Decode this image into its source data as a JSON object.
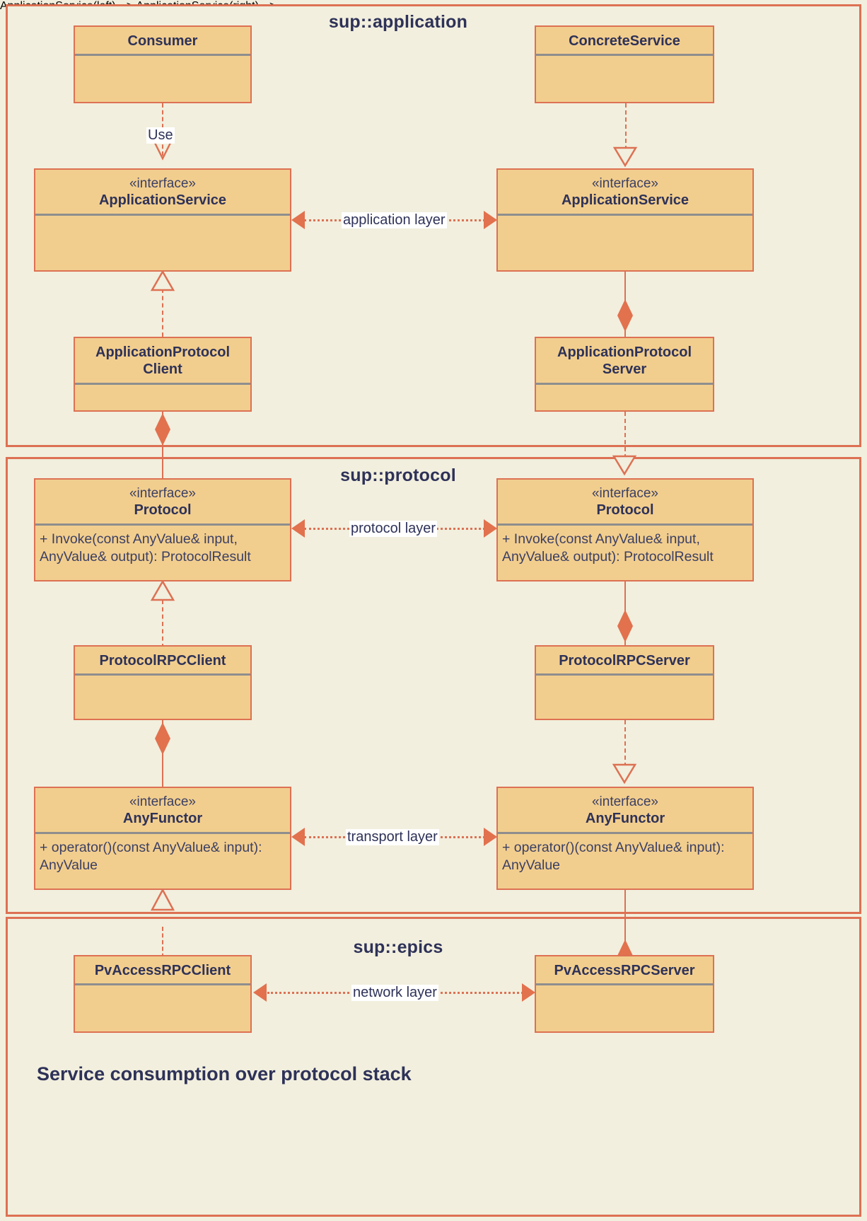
{
  "diagram": {
    "caption": "Service consumption over protocol stack",
    "packages": [
      {
        "title": "sup::application"
      },
      {
        "title": "sup::protocol"
      },
      {
        "title": "sup::epics"
      }
    ],
    "nodes": {
      "consumer": {
        "stereotype": "",
        "name": "Consumer",
        "operations": ""
      },
      "concrete_service": {
        "stereotype": "",
        "name": "ConcreteService",
        "operations": ""
      },
      "app_service_left": {
        "stereotype": "«interface»",
        "name": "ApplicationService",
        "operations": ""
      },
      "app_service_right": {
        "stereotype": "«interface»",
        "name": "ApplicationService",
        "operations": ""
      },
      "app_proto_client": {
        "stereotype": "",
        "name": "ApplicationProtocol\nClient",
        "operations": ""
      },
      "app_proto_server": {
        "stereotype": "",
        "name": "ApplicationProtocol\nServer",
        "operations": ""
      },
      "protocol_left": {
        "stereotype": "«interface»",
        "name": "Protocol",
        "operations": "+ Invoke(const AnyValue& input,\n   AnyValue& output): ProtocolResult"
      },
      "protocol_right": {
        "stereotype": "«interface»",
        "name": "Protocol",
        "operations": "+ Invoke(const AnyValue& input,\n   AnyValue& output): ProtocolResult"
      },
      "protocol_rpc_client": {
        "stereotype": "",
        "name": "ProtocolRPCClient",
        "operations": ""
      },
      "protocol_rpc_server": {
        "stereotype": "",
        "name": "ProtocolRPCServer",
        "operations": ""
      },
      "any_functor_left": {
        "stereotype": "«interface»",
        "name": "AnyFunctor",
        "operations": "+ operator()(const AnyValue& input):\n   AnyValue"
      },
      "any_functor_right": {
        "stereotype": "«interface»",
        "name": "AnyFunctor",
        "operations": "+ operator()(const AnyValue& input):\n   AnyValue"
      },
      "pvaccess_client": {
        "stereotype": "",
        "name": "PvAccessRPCClient",
        "operations": ""
      },
      "pvaccess_server": {
        "stereotype": "",
        "name": "PvAccessRPCServer",
        "operations": ""
      }
    },
    "edges": {
      "use": "Use",
      "application_layer": "application layer",
      "protocol_layer": "protocol layer",
      "transport_layer": "transport layer",
      "network_layer": "network layer"
    },
    "colors": {
      "background": "#F2EFDE",
      "node_fill": "#F2CE8E",
      "border": "#DD7153",
      "accent": "#E2714E",
      "text": "#2E3258",
      "separator": "#8E8E8E"
    }
  }
}
